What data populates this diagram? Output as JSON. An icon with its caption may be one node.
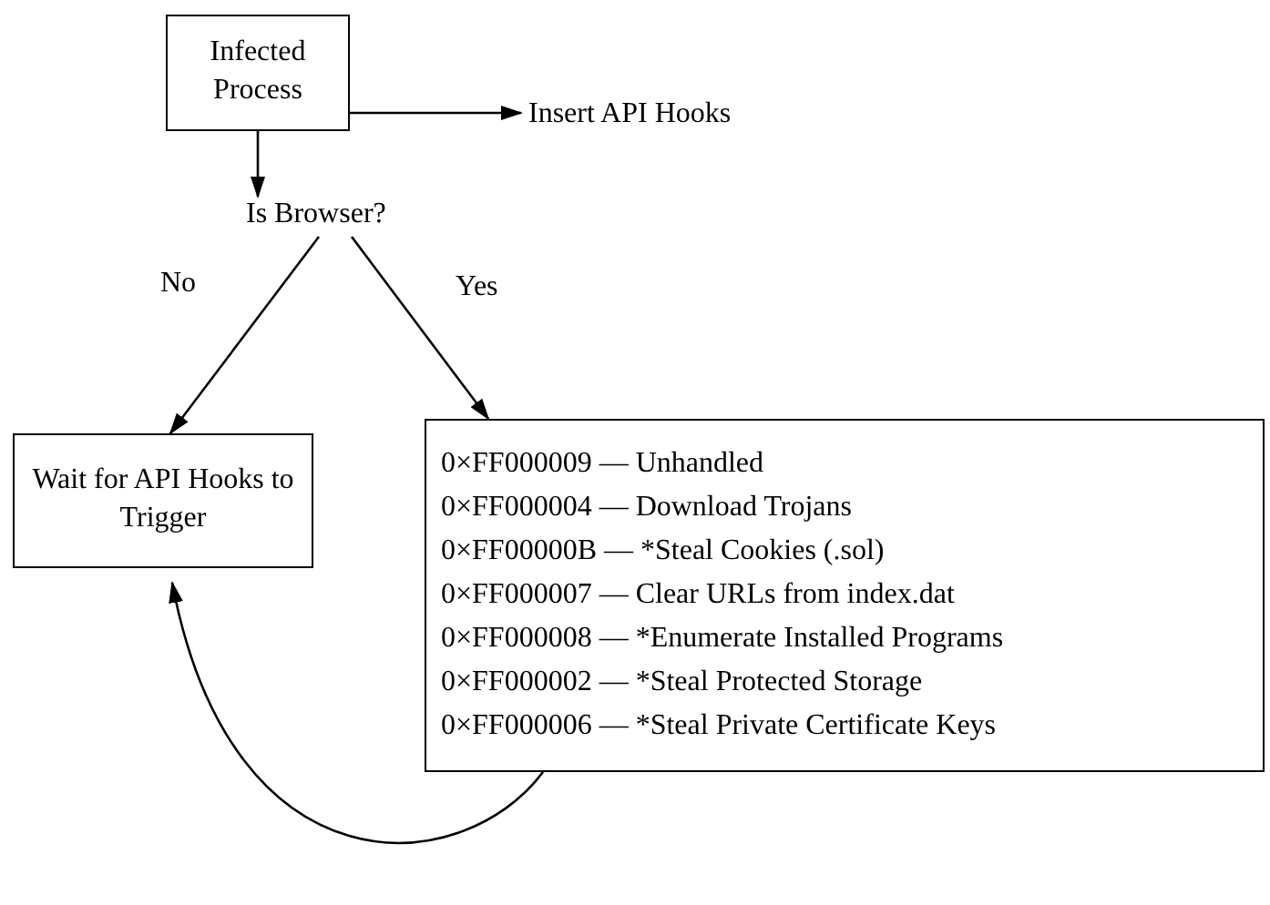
{
  "diagram": {
    "nodes": [
      {
        "text": [
          "Infected Process"
        ]
      },
      {
        "text": [
          "Insert API Hooks"
        ]
      },
      {
        "text": [
          "Is Browser?"
        ]
      },
      {
        "text": [
          "Wait for API Hooks to Trigger"
        ]
      },
      {
        "text": [
          "0×FF000009 — Unhandled",
          "0×FF000004 — Download Trojans",
          "0×FF00000B — *Steal Cookies (.sol)",
          "0×FF000007 — Clear URLs from index.dat",
          "0×FF000008 — *Enumerate Installed Programs",
          "0×FF000002 — *Steal Protected Storage",
          "0×FF000006 — *Steal Private Certificate Keys"
        ]
      }
    ],
    "edges": [
      {
        "from": 0,
        "to": 1,
        "arrow": "to"
      },
      {
        "from": 0,
        "to": 2,
        "arrow": "to"
      },
      {
        "from": 2,
        "to": 3,
        "arrow": "to",
        "label": "No"
      },
      {
        "from": 2,
        "to": 4,
        "arrow": "to",
        "label": "Yes"
      },
      {
        "from": 4,
        "to": 3,
        "arrow": "to"
      }
    ]
  }
}
